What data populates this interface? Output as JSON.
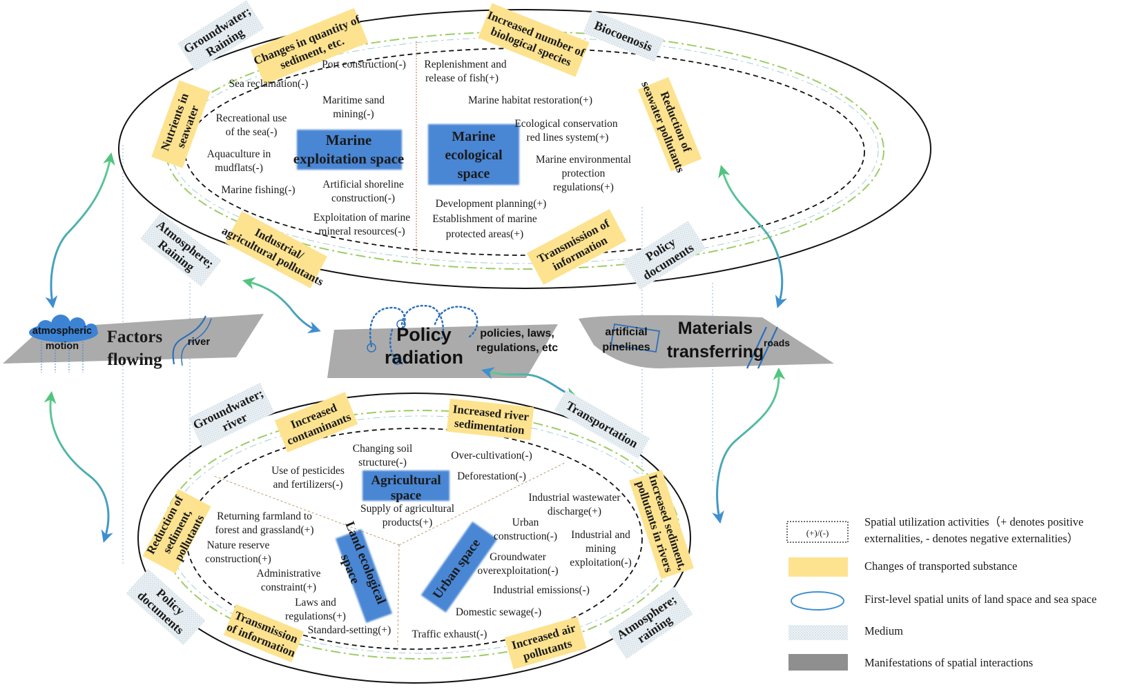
{
  "sea": {
    "exploitation_title": [
      "Marine",
      "exploitation space"
    ],
    "ecological_title": [
      "Marine",
      "ecological",
      "space"
    ],
    "exploitation_activities": [
      "Port construction(-)",
      "Sea reclamation(-)",
      "Maritime sand",
      "mining(-)",
      "Recreational use",
      "of the sea(-)",
      "Aquaculture in",
      "mudflats(-)",
      "Marine fishing(-)",
      "Artificial shoreline",
      "construction(-)",
      "Exploitation of marine",
      "mineral resources(-)"
    ],
    "ecological_activities": [
      "Replenishment and",
      "release of fish(+)",
      "Marine habitat restoration(+)",
      "Ecological conservation",
      "red lines system(+)",
      "Marine environmental",
      "protection",
      "regulations(+)",
      "Development planning(+)",
      "Establishment of marine",
      "protected areas(+)"
    ],
    "substances": [
      [
        "Changes in quantity of",
        "sediment, etc."
      ],
      [
        "Increased number of",
        "biological species"
      ],
      [
        "Reduction of",
        "seawater pollutants"
      ],
      [
        "Transmission of",
        "information"
      ],
      [
        "Industrial/",
        "agricultural pollutants"
      ],
      [
        "Nutrients in",
        "seawater"
      ]
    ],
    "media": [
      [
        "Groundwater;",
        "Raining"
      ],
      [
        "Biocoenosis"
      ],
      [
        "Policy",
        "documents"
      ],
      [
        "Atmosphere;",
        "Raining"
      ]
    ]
  },
  "interactions": {
    "factors": {
      "title": [
        "Factors",
        "flowing"
      ],
      "labels": [
        "atmospheric",
        "motion",
        "river"
      ]
    },
    "policy": {
      "title": [
        "Policy",
        "radiation"
      ],
      "labels": [
        "policies, laws,",
        "regulations, etc"
      ]
    },
    "materials": {
      "title": [
        "Materials",
        "transferring"
      ],
      "labels": [
        "artificial",
        "pinelines",
        "roads"
      ]
    }
  },
  "land": {
    "agricultural_title": [
      "Agricultural",
      "space"
    ],
    "ecological_title": [
      "Land ecological",
      "space"
    ],
    "urban_title": [
      "Urban space"
    ],
    "agricultural_activities": [
      "Changing soil",
      "structure(-)",
      "Over-cultivation(-)",
      "Use of pesticides",
      "and fertilizers(-)",
      "Deforestation(-)",
      "Supply of agricultural",
      "products(+)"
    ],
    "ecological_activities": [
      "Returning farmland to",
      "forest and grassland(+)",
      "Nature reserve",
      "construction(+)",
      "Administrative",
      "constraint(+)",
      "Laws and",
      "regulations(+)",
      "Standard-setting(+)"
    ],
    "urban_activities": [
      "Industrial wastewater",
      "discharge(+)",
      "Urban",
      "construction(-)",
      "Industrial and",
      "mining",
      "exploitation(-)",
      "Groundwater",
      "overexploitation(-)",
      "Industrial emissions(-)",
      "Domestic sewage(-)",
      "Traffic exhaust(-)"
    ],
    "substances": [
      [
        "Increased",
        "contaminants"
      ],
      [
        "Increased river",
        "sedimentation"
      ],
      [
        "Increased sediment,",
        "pollutants in rivers"
      ],
      [
        "Increased air",
        "pollutants"
      ],
      [
        "Transmission",
        "of information"
      ],
      [
        "Reduction of",
        "sediment,",
        "pollutants"
      ]
    ],
    "media": [
      [
        "Groundwater;",
        "river"
      ],
      [
        "Transportation"
      ],
      [
        "Atmosphere;",
        "raining"
      ],
      [
        "Policy",
        "documents"
      ]
    ]
  },
  "legend": {
    "items": [
      {
        "symbol": "(+)/(-)",
        "lines": [
          "Spatial utilization activities（+ denotes positive",
          "externalities, - denotes negative externalities）"
        ]
      },
      {
        "lines": [
          "Changes of transported substance"
        ]
      },
      {
        "lines": [
          "First-level spatial units of land space and sea space"
        ]
      },
      {
        "lines": [
          "Medium"
        ]
      },
      {
        "lines": [
          "Manifestations of spatial interactions"
        ]
      }
    ]
  },
  "colors": {
    "space_box": "#4a86d4",
    "substance": "#fde38f",
    "medium": "#dfe9ef",
    "interaction": "#ababab",
    "arrow_green": "#5fcf8a",
    "arrow_blue": "#3f8fd0"
  }
}
